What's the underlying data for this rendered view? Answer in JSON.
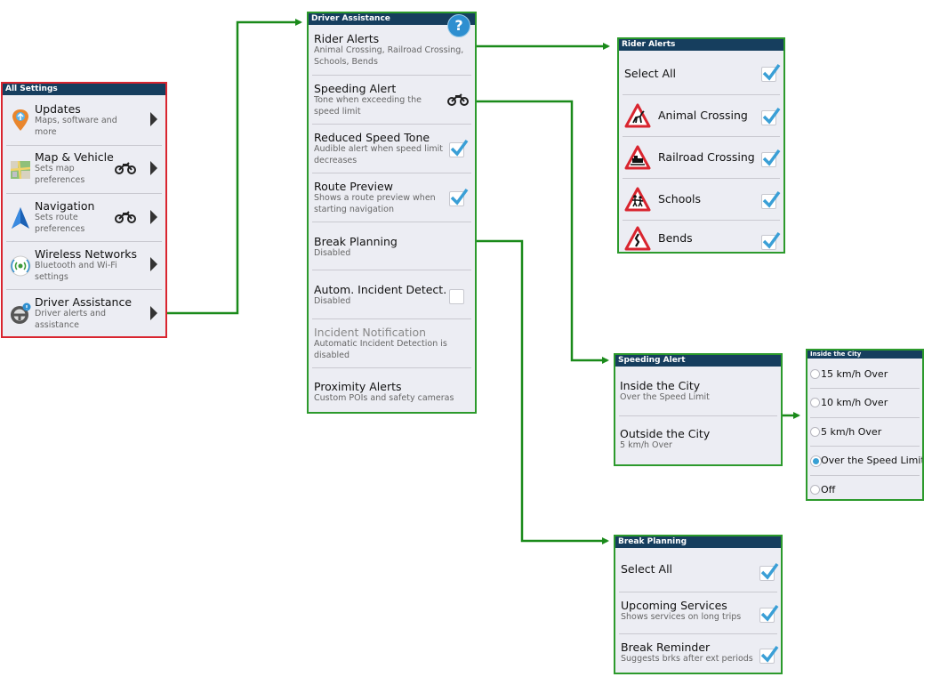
{
  "colors": {
    "title_bar": "#163e5e",
    "connector": "#1a8a1a",
    "panel_bg": "#ecedf3",
    "check_mark": "#3a9fd6",
    "selected_border": "#d9252f",
    "panel_border": "#2c9a2c"
  },
  "all_settings": {
    "title": "All Settings",
    "items": [
      {
        "label": "Updates",
        "desc": "Maps, software and more",
        "icon": "map-pin-icon"
      },
      {
        "label": "Map & Vehicle",
        "desc": "Sets map preferences",
        "icon": "map-icon",
        "badge": "motorcycle-icon"
      },
      {
        "label": "Navigation",
        "desc": "Sets route preferences",
        "icon": "navigation-arrow-icon",
        "badge": "motorcycle-icon"
      },
      {
        "label": "Wireless Networks",
        "desc": "Bluetooth and Wi-Fi settings",
        "icon": "wireless-icon"
      },
      {
        "label": "Driver Assistance",
        "desc": "Driver alerts and assistance",
        "icon": "steering-wheel-icon"
      }
    ]
  },
  "driver_assistance": {
    "title": "Driver Assistance",
    "help": "?",
    "items": [
      {
        "label": "Rider Alerts",
        "desc": "Animal Crossing, Railroad Crossing, Schools, Bends"
      },
      {
        "label": "Speeding Alert",
        "desc": "Tone when exceeding the speed limit"
      },
      {
        "label": "Reduced Speed Tone",
        "desc": "Audible alert when speed limit decreases",
        "checked": true
      },
      {
        "label": "Route Preview",
        "desc": "Shows a route preview when starting navigation",
        "checked": true
      },
      {
        "label": "Break Planning",
        "desc": "Disabled"
      },
      {
        "label": "Autom. Incident Detect.",
        "desc": "Disabled",
        "checked": false
      },
      {
        "label": "Incident Notification",
        "desc": "Automatic Incident Detection is disabled",
        "disabled": true
      },
      {
        "label": "Proximity Alerts",
        "desc": "Custom POIs and safety cameras"
      }
    ]
  },
  "rider_alerts": {
    "title": "Rider Alerts",
    "items": [
      {
        "label": "Select All",
        "checked": true
      },
      {
        "label": "Animal Crossing",
        "icon": "deer-crossing-sign-icon",
        "checked": true
      },
      {
        "label": "Railroad Crossing",
        "icon": "train-crossing-sign-icon",
        "checked": true
      },
      {
        "label": "Schools",
        "icon": "school-children-sign-icon",
        "checked": true
      },
      {
        "label": "Bends",
        "icon": "bends-sign-icon",
        "checked": true
      }
    ]
  },
  "speeding_alert": {
    "title": "Speeding Alert",
    "items": [
      {
        "label": "Inside the City",
        "desc": "Over the Speed Limit"
      },
      {
        "label": "Outside the City",
        "desc": "5 km/h Over"
      }
    ]
  },
  "inside_city": {
    "title": "Inside the City",
    "options": [
      "15 km/h Over",
      "10 km/h Over",
      "5 km/h Over",
      "Over the Speed Limit",
      "Off"
    ],
    "selected": "Over the Speed Limit"
  },
  "break_planning": {
    "title": "Break Planning",
    "items": [
      {
        "label": "Select All",
        "checked": true
      },
      {
        "label": "Upcoming Services",
        "desc": "Shows services on long trips",
        "checked": true
      },
      {
        "label": "Break Reminder",
        "desc": "Suggests brks after ext periods",
        "checked": true
      }
    ]
  }
}
